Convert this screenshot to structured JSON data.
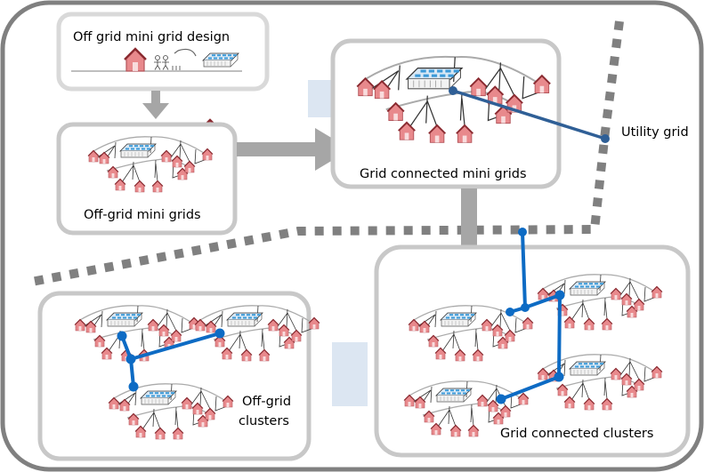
{
  "diagram": {
    "title_box": {
      "label": "Off grid mini grid design"
    },
    "stages": [
      {
        "id": "off-grid-mini-grids",
        "label": "Off-grid mini grids"
      },
      {
        "id": "grid-connected-mini-grids",
        "label": "Grid connected mini grids"
      },
      {
        "id": "off-grid-clusters",
        "label_line1": "Off-grid",
        "label_line2": "clusters"
      },
      {
        "id": "grid-connected-clusters",
        "label": "Grid connected clusters"
      }
    ],
    "utility_grid": {
      "label": "Utility grid"
    },
    "colors": {
      "outer_frame": "#808080",
      "box_border": "#c8c8c8",
      "title_box_border": "#d9d9d9",
      "arrow": "#a6a6a6",
      "dotted_boundary": "#808080",
      "grid_line_dark": "#2f5f96",
      "cluster_link": "#0d6bc4",
      "house": "#e8898c",
      "house_roof": "#9c2f35",
      "solar_panel": "#4aa3df",
      "faint_rect": "#dce6f2"
    },
    "icons": [
      "house-icon",
      "solar-mini-grid-icon",
      "power-pole-icon",
      "people-icon",
      "curved-arrow-icon"
    ]
  }
}
